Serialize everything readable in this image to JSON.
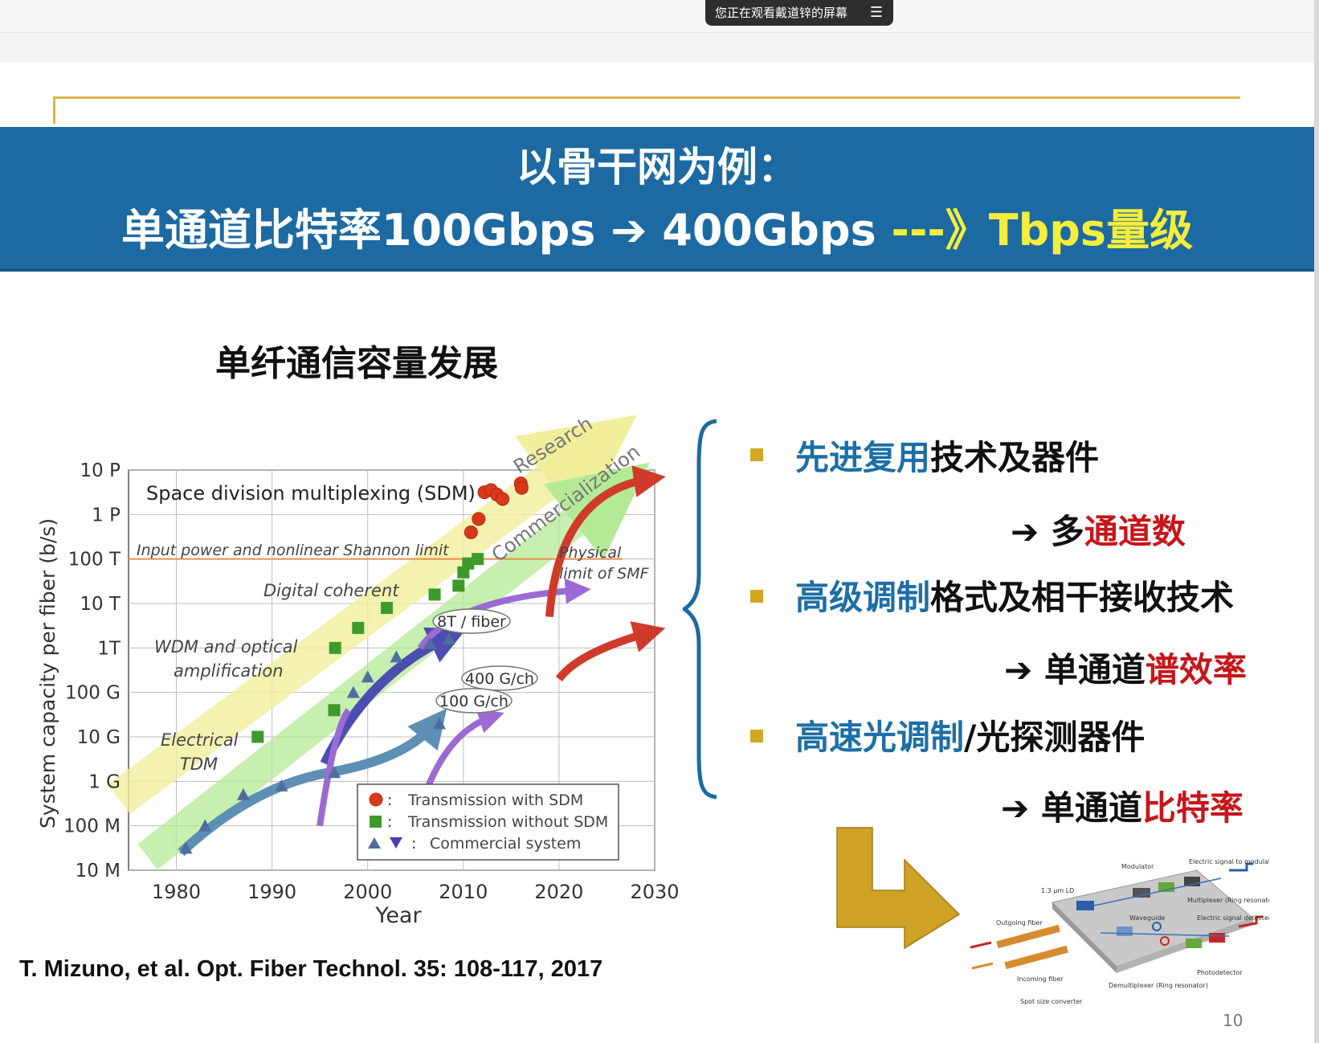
{
  "screen_share": {
    "label": "您正在观看戴道锌的屏幕",
    "menu_icon": "list-icon"
  },
  "banner": {
    "line1": "以骨干网为例：",
    "line2_white": "单通道比特率100Gbps ➔ 400Gbps ",
    "line2_yellow": "---》Tbps量级"
  },
  "chart_title": "单纤通信容量发展",
  "chart_data": {
    "type": "scatter",
    "xlabel": "Year",
    "ylabel": "System capacity per fiber (b/s)",
    "x_ticks": [
      "1980",
      "1990",
      "2000",
      "2010",
      "2020",
      "2030"
    ],
    "y_ticks": [
      "10 M",
      "100 M",
      "1 G",
      "10 G",
      "100 G",
      "1T",
      "10 T",
      "100 T",
      "1 P",
      "10 P"
    ],
    "xlim": [
      1975,
      2030
    ],
    "ylim_log10": [
      7,
      16
    ],
    "shannon_limit_label": "Input power and nonlinear Shannon limit",
    "shannon_limit_log10": 14.0,
    "annotations": {
      "sdm": "Space division multiplexing (SDM)",
      "digital_coherent": "Digital coherent",
      "wdm_1": "WDM and optical",
      "wdm_2": "amplification",
      "electrical_1": "Electrical",
      "electrical_2": "TDM",
      "physical_1": "Physical",
      "physical_2": "limit of SMF",
      "research": "Research",
      "commercialization": "Commercialization",
      "fiber_8t": "8T / fiber",
      "ch_400g": "400 G/ch",
      "ch_100g": "100 G/ch"
    },
    "series": [
      {
        "name": "Transmission with SDM",
        "marker": "circle",
        "color": "#d9391a",
        "points": [
          [
            2010.8,
            14.6
          ],
          [
            2011.6,
            14.9
          ],
          [
            2012.2,
            15.5
          ],
          [
            2012.9,
            15.55
          ],
          [
            2013.5,
            15.45
          ],
          [
            2014.1,
            15.35
          ],
          [
            2016.0,
            15.7
          ],
          [
            2016.1,
            15.6
          ]
        ]
      },
      {
        "name": "Transmission without SDM",
        "marker": "square",
        "color": "#3e9a2a",
        "points": [
          [
            1988.5,
            10.0
          ],
          [
            1996.5,
            10.6
          ],
          [
            1996.6,
            12.0
          ],
          [
            1999.0,
            12.45
          ],
          [
            2002.0,
            12.9
          ],
          [
            2007.0,
            13.2
          ],
          [
            2009.5,
            13.4
          ],
          [
            2010.0,
            13.7
          ],
          [
            2010.5,
            13.9
          ],
          [
            2011.5,
            14.0
          ]
        ]
      },
      {
        "name": "Commercial system",
        "marker": "triangle",
        "color": "#4f6ea0",
        "points": [
          [
            1981.0,
            7.5
          ],
          [
            1983.0,
            8.0
          ],
          [
            1987.0,
            8.7
          ],
          [
            1991.0,
            8.9
          ],
          [
            1996.5,
            9.2
          ],
          [
            1998.5,
            11.0
          ],
          [
            2000.0,
            11.35
          ],
          [
            2003.0,
            11.8
          ],
          [
            2006.5,
            12.1
          ],
          [
            2008.5,
            12.2
          ],
          [
            2007.5,
            10.3
          ]
        ]
      }
    ],
    "legend": [
      "Transmission with SDM",
      "Transmission without SDM",
      "Commercial system"
    ],
    "legend_position": "bottom-right",
    "grid": true
  },
  "citation": "T. Mizuno, et al. Opt. Fiber Technol. 35: 108-117, 2017",
  "bullets": [
    {
      "blue": "先进复用",
      "black": "技术及器件",
      "result_black": "多",
      "result_red": "通道数"
    },
    {
      "blue": "高级调制",
      "black": "格式及相干接收技术",
      "result_black": "单通道",
      "result_red": "谱效率"
    },
    {
      "blue": "高速光调制",
      "black": "/光探测器件",
      "result_black": "单通道",
      "result_red": "比特率"
    }
  ],
  "result_arrow": "➔",
  "chip_labels": {
    "modulator": "Modulator",
    "elec_mod": "Electric signal to modulate",
    "ld": "1.3 μm LD",
    "multiplexer": "Multiplexer (Ring resonator)",
    "outgoing": "Outgoing fiber",
    "waveguide": "Waveguide",
    "elec_det": "Electric signal detected",
    "incoming": "Incoming fiber",
    "photodetector": "Photodetector",
    "demux": "Demultiplexer (Ring resonator)",
    "spot": "Spot size converter"
  },
  "page_number": "10",
  "colors": {
    "banner": "#1d6aa2",
    "accent_blue": "#1d6fa5",
    "accent_red": "#c6161b",
    "bullet": "#d4a722"
  }
}
